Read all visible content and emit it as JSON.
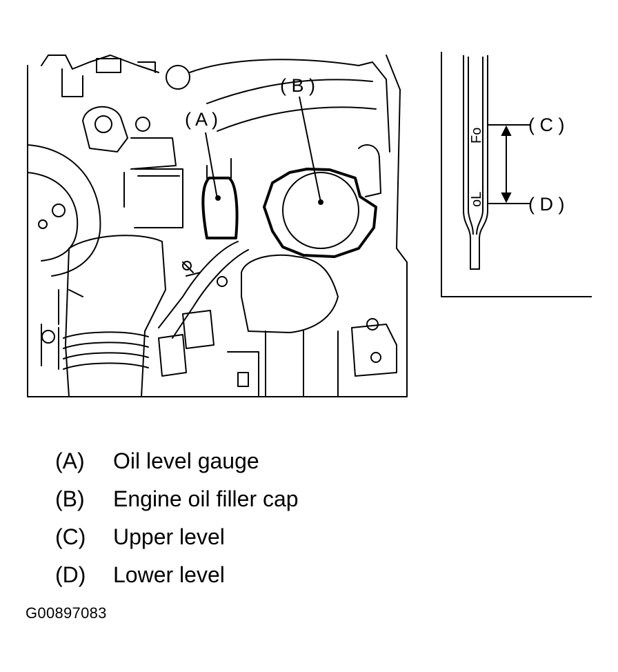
{
  "callouts": {
    "a": "( A )",
    "b": "( B )",
    "c": "( C )",
    "d": "( D )"
  },
  "dipstick_marks": {
    "full": "Fo",
    "low": "oL"
  },
  "legend": [
    {
      "letter": "(A)",
      "text": "Oil level gauge"
    },
    {
      "letter": "(B)",
      "text": "Engine oil filler cap"
    },
    {
      "letter": "(C)",
      "text": "Upper level"
    },
    {
      "letter": "(D)",
      "text": "Lower level"
    }
  ],
  "figure_code": "G00897083"
}
